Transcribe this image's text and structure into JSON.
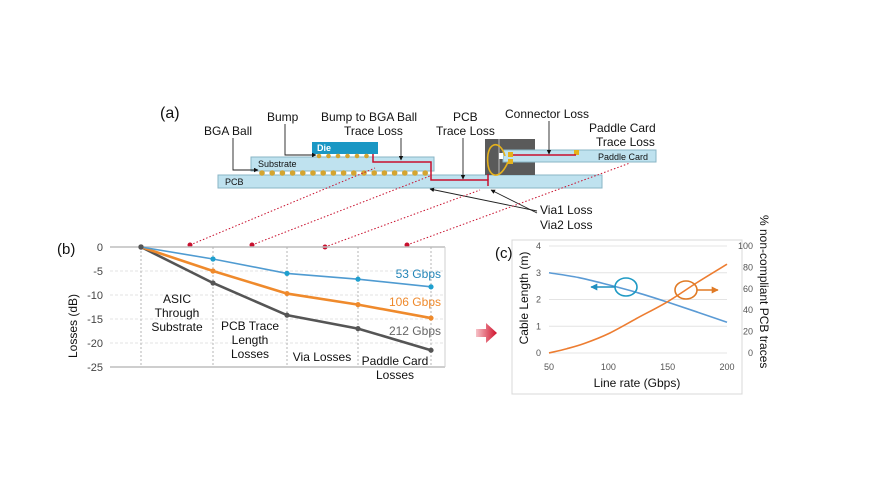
{
  "panel_a": {
    "label": "(a)",
    "callouts": {
      "bga_ball": "BGA Ball",
      "bump": "Bump",
      "bump_to_bga_1": "Bump to BGA Ball",
      "bump_to_bga_2": "Trace Loss",
      "pcb_trace_1": "PCB",
      "pcb_trace_2": "Trace Loss",
      "connector_loss": "Connector Loss",
      "paddle_trace_1": "Paddle Card",
      "paddle_trace_2": "Trace Loss",
      "via1": "Via1 Loss",
      "via2": "Via2 Loss"
    },
    "blocks": {
      "die": "Die",
      "substrate": "Substrate",
      "pcb": "PCB",
      "paddle_card": "Paddle Card"
    },
    "colors": {
      "die": "#1a97c4",
      "board": "#bfe2ef",
      "trace": "#c8102e",
      "ball": "#d4a531",
      "connector": "#5a5a5a"
    }
  },
  "chart_data": [
    {
      "id": "b",
      "panel_label": "(b)",
      "type": "line",
      "title": "",
      "xlabel": "",
      "ylabel": "Losses (dB)",
      "ylim": [
        -25,
        0
      ],
      "yticks": [
        0,
        -5,
        -10,
        -15,
        -20,
        -25
      ],
      "grid": true,
      "x": [
        0,
        1,
        2,
        3,
        4
      ],
      "stage_labels": [
        [
          "ASIC",
          "Through",
          "Substrate"
        ],
        [
          "PCB Trace",
          "Length",
          "Losses"
        ],
        [
          "Via Losses"
        ],
        [
          "Paddle Card",
          "Losses"
        ]
      ],
      "series": [
        {
          "name": "53 Gbps",
          "color": "#4f9bd1",
          "values": [
            0,
            -2.5,
            -5.5,
            -6.7,
            -8.3
          ]
        },
        {
          "name": "106 Gbps",
          "color": "#ef8a2c",
          "values": [
            0,
            -5,
            -9.7,
            -12,
            -14.8
          ]
        },
        {
          "name": "212 Gbps",
          "color": "#555555",
          "values": [
            0,
            -7.5,
            -14.2,
            -17,
            -21.5
          ]
        }
      ]
    },
    {
      "id": "c",
      "panel_label": "(c)",
      "type": "line",
      "title": "",
      "xlabel": "Line rate (Gbps)",
      "ylabel": "Cable Length (m)",
      "y2label": "% non-compliant PCB traces",
      "xlim": [
        50,
        200
      ],
      "xticks": [
        50,
        100,
        150,
        200
      ],
      "ylim": [
        0,
        4
      ],
      "yticks": [
        0,
        1,
        2,
        3,
        4
      ],
      "y2lim": [
        0,
        100
      ],
      "y2ticks": [
        0,
        20,
        40,
        60,
        80,
        100
      ],
      "grid": true,
      "series": [
        {
          "name": "Cable Length (m)",
          "axis": "left",
          "color": "#5b9bd5",
          "x": [
            50,
            75,
            100,
            125,
            150,
            175,
            200
          ],
          "values": [
            3.0,
            2.82,
            2.55,
            2.25,
            1.9,
            1.53,
            1.15
          ]
        },
        {
          "name": "% non-compliant PCB traces",
          "axis": "right",
          "color": "#ed7d31",
          "x": [
            50,
            65,
            80,
            100,
            125,
            150,
            175,
            200
          ],
          "values": [
            0,
            4,
            9,
            18,
            33,
            48,
            66,
            83
          ]
        }
      ]
    }
  ]
}
